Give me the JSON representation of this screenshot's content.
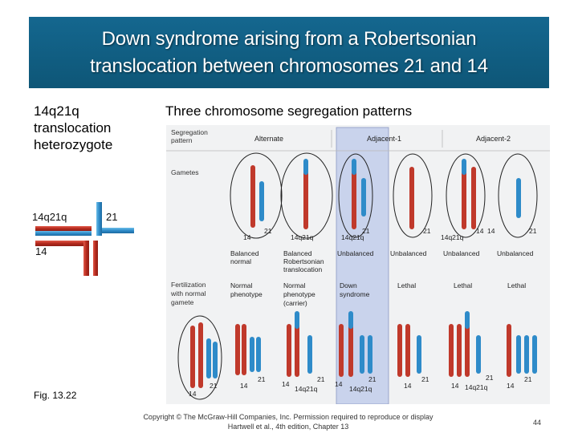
{
  "slide": {
    "title_line1": "Down syndrome arising from a Robertsonian",
    "title_line2": "translocation between chromosomes 21 and 14",
    "left_heading": [
      "14q21q",
      "translocation",
      "heterozygote"
    ],
    "right_heading": "Three chromosome segregation patterns",
    "fig_label": "Fig. 13.22",
    "copyright_line1": "Copyright © The McGraw-Hill Companies, Inc. Permission required to reproduce or display",
    "copyright_line2": "Hartwell et al., 4th edition, Chapter 13",
    "page_number": "44"
  },
  "heterozygote": {
    "label_14q21q": "14q21q",
    "label_21": "21",
    "label_14": "14"
  },
  "figure": {
    "row_labels": {
      "segregation": [
        "Segregation",
        "pattern"
      ],
      "gametes": "Gametes",
      "fertilization": [
        "Fertilization",
        "with normal",
        "gamete"
      ]
    },
    "patterns": [
      "Alternate",
      "Adjacent-1",
      "Adjacent-2"
    ],
    "gamete_labels": [
      "14",
      "21",
      "14q21q",
      "21",
      "14q21q",
      "21",
      "14",
      "14q21q",
      "14",
      "21"
    ],
    "gamete_status": [
      [
        "Balanced",
        "normal"
      ],
      [
        "Balanced",
        "Robertsonian",
        "translocation"
      ],
      [
        "Unbalanced"
      ],
      [
        "Unbalanced"
      ],
      [
        "Unbalanced"
      ],
      [
        "Unbalanced"
      ]
    ],
    "outcomes": [
      [
        "Normal",
        "phenotype"
      ],
      [
        "Normal",
        "phenotype",
        "(carrier)"
      ],
      [
        "Down",
        "syndrome"
      ],
      [
        "Lethal"
      ],
      [
        "Lethal"
      ],
      [
        "Lethal"
      ]
    ],
    "zygote_labels": [
      "21",
      "14",
      "14",
      "21",
      "14",
      "14q21q",
      "21",
      "14",
      "21",
      "14q21q",
      "21",
      "14",
      "14",
      "21",
      "14q21q",
      "14",
      "21"
    ]
  },
  "colors": {
    "title_bg": "#14678f",
    "chr14": "#c0392b",
    "chr21": "#2e8bc9",
    "highlight": "#c9d3ec"
  }
}
